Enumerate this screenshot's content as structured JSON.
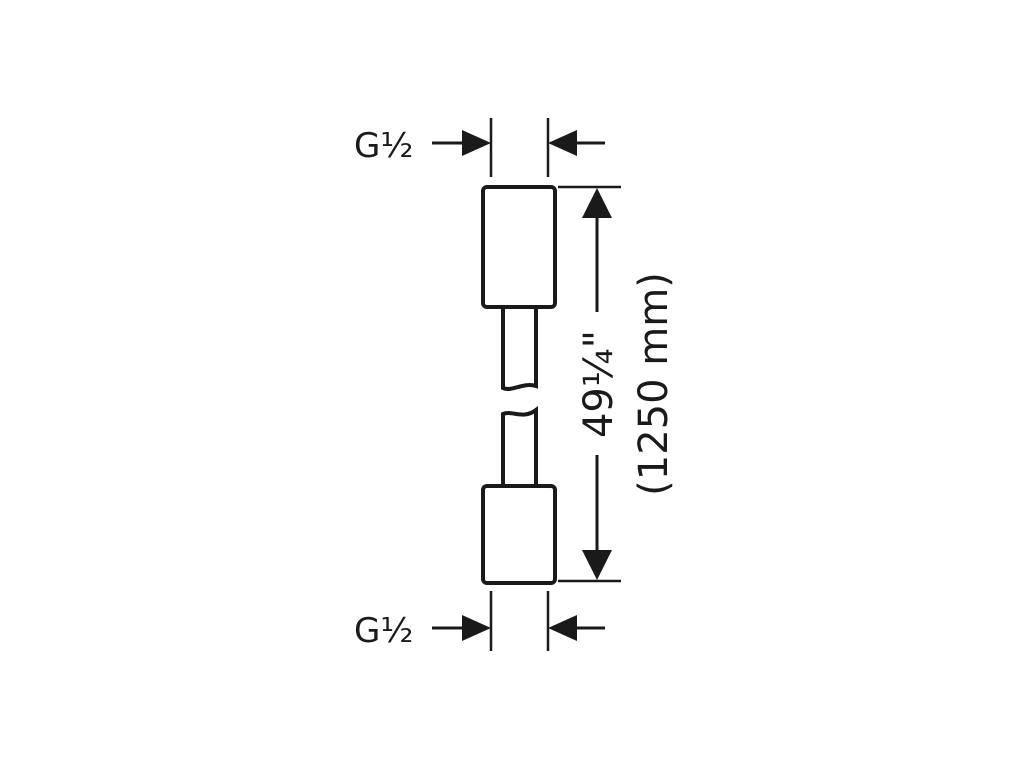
{
  "thread_top": {
    "label": "G½"
  },
  "thread_bottom": {
    "label": "G½"
  },
  "length": {
    "imperial": "49¼\"",
    "metric": "(1250 mm)"
  },
  "colors": {
    "line": "#1a1a1a",
    "background": "#ffffff"
  }
}
